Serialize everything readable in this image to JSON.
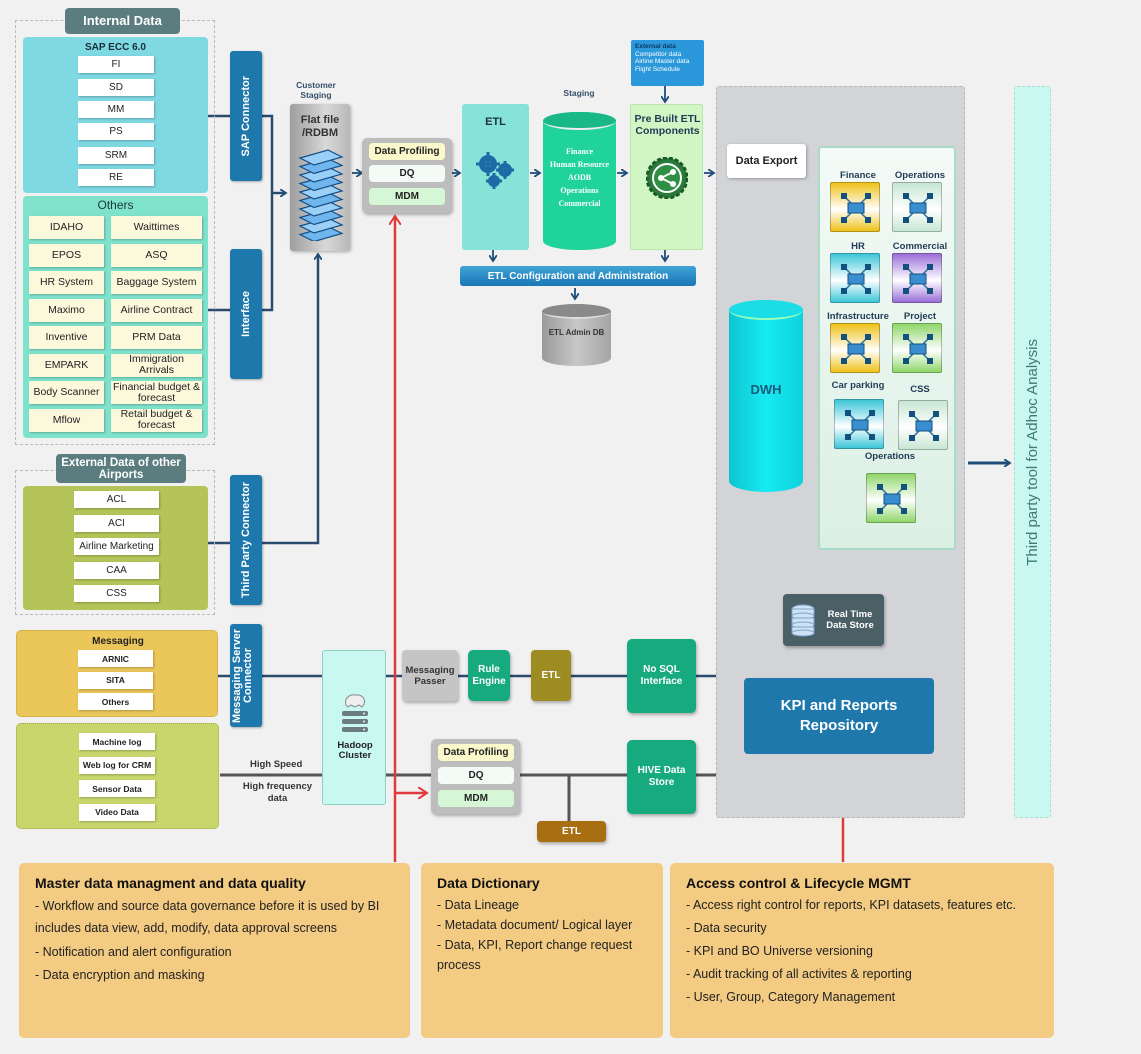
{
  "internal_data": {
    "title": "Internal Data",
    "sap": {
      "title": "SAP ECC 6.0",
      "items": [
        "FI",
        "SD",
        "MM",
        "PS",
        "SRM",
        "RE"
      ]
    },
    "others": {
      "title": "Others",
      "left": [
        "IDAHO",
        "EPOS",
        "HR System",
        "Maximo",
        "Inventive",
        "EMPARK",
        "Body Scanner",
        "Mflow"
      ],
      "right": [
        "Waittimes",
        "ASQ",
        "Baggage System",
        "Airline Contract",
        "PRM Data",
        "Immigration Arrivals",
        "Financial budget & forecast",
        "Retail budget & forecast"
      ]
    }
  },
  "external_data": {
    "title": "External Data of other Airports",
    "items": [
      "ACL",
      "ACI",
      "Airline Marketing",
      "CAA",
      "CSS"
    ]
  },
  "messaging": {
    "title": "Messaging",
    "items": [
      "ARNIC",
      "SITA",
      "Others"
    ]
  },
  "logs": {
    "items": [
      "Machine log",
      "Web log for CRM",
      "Sensor Data",
      "Video Data"
    ]
  },
  "connectors": {
    "sap": "SAP Connector",
    "interface": "Interface",
    "third_party": "Third Party Connector",
    "messaging": "Messaging Server Connector"
  },
  "customer_staging": {
    "label": "Customer Staging",
    "title": "Flat file /RDBM"
  },
  "data_quality": {
    "profiling": "Data Profiling",
    "dq": "DQ",
    "mdm": "MDM"
  },
  "etl": {
    "label": "ETL"
  },
  "staging": {
    "label": "Staging",
    "items": [
      "Finance",
      "Human Resource",
      "AODB",
      "Operations",
      "Commercial"
    ]
  },
  "external_feed": {
    "title": "External data",
    "items": [
      "Competitor data",
      "Airline Master data",
      "Flight Schedule"
    ]
  },
  "prebuilt": {
    "title": "Pre Built ETL Components"
  },
  "etl_config": "ETL Configuration and Administration",
  "etl_admin_db": "ETL Admin DB",
  "data_export": "Data Export",
  "dwh": "DWH",
  "data_marts": [
    {
      "label": "Finance",
      "color": "#eec21a"
    },
    {
      "label": "Operations",
      "color": "#c7e6d3"
    },
    {
      "label": "HR",
      "color": "#3ec6d8"
    },
    {
      "label": "Commercial",
      "color": "#9b6fd8"
    },
    {
      "label": "Infrastructure",
      "color": "#eec21a"
    },
    {
      "label": "Project",
      "color": "#8fd66a"
    },
    {
      "label": "Car parking",
      "color": "#3ec6d8"
    },
    {
      "label": "CSS",
      "color": "#c7e6d3"
    },
    {
      "label": "Operations",
      "color": "#8fd66a"
    }
  ],
  "realtime_store": "Real Time Data Store",
  "kpi_repo": "KPI and Reports Repository",
  "adhoc": "Third party tool for Adhoc Analysis",
  "stream": {
    "messaging_passer": "Messaging Passer",
    "rule_engine": "Rule Engine",
    "etl": "ETL",
    "nosql": "No SQL Interface",
    "hadoop": "Hadoop Cluster",
    "high_speed": "High Speed",
    "high_freq": "High frequency data",
    "hive": "HIVE Data Store",
    "etl2": "ETL"
  },
  "legend": [
    {
      "title": "Master data managment and data quality",
      "lines": [
        "- Workflow and source data governance before it is used by BI includes data view, add, modify, data approval screens",
        "- Notification and alert configuration",
        "- Data encryption and masking"
      ]
    },
    {
      "title": "Data Dictionary",
      "lines": [
        "- Data Lineage",
        "- Metadata document/ Logical layer",
        "- Data, KPI, Report change request process"
      ]
    },
    {
      "title": "Access control & Lifecycle MGMT",
      "lines": [
        "- Access right control for reports, KPI datasets, features etc.",
        "- Data security",
        "- KPI and BO Universe versioning",
        "- Audit tracking of all activites & reporting",
        "- User, Group, Category Management"
      ]
    }
  ],
  "colors": {
    "connector": "#1e78ac",
    "arrow_blue": "#1f4e79",
    "arrow_red": "#e23a3a",
    "legend_bg": "#f3cb82",
    "dwh": "#12e0ea"
  }
}
